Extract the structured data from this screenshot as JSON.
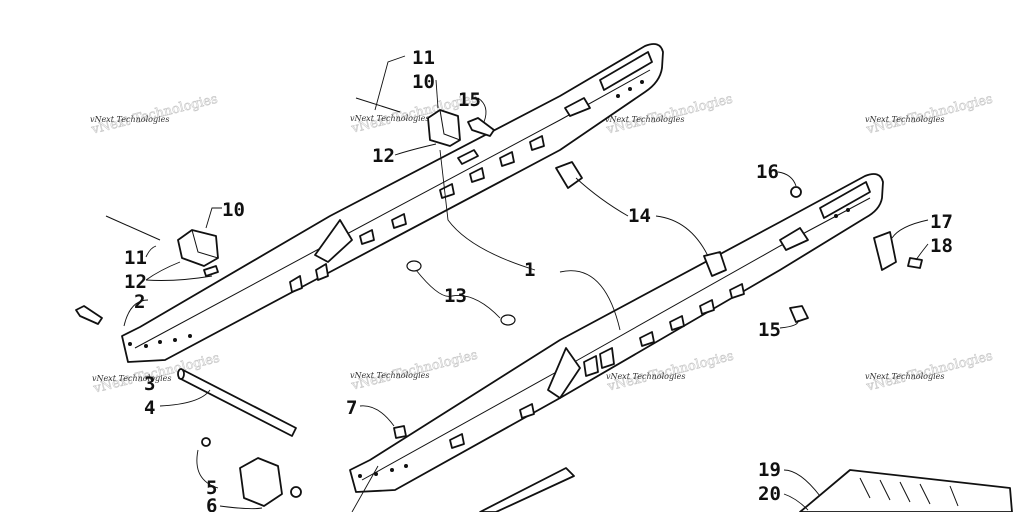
{
  "watermark": "vNext Technologies",
  "callouts": [
    {
      "id": "c11a",
      "text": "11"
    },
    {
      "id": "c10a",
      "text": "10"
    },
    {
      "id": "c15a",
      "text": "15"
    },
    {
      "id": "c12a",
      "text": "12"
    },
    {
      "id": "c10b",
      "text": "10"
    },
    {
      "id": "c11b",
      "text": "11"
    },
    {
      "id": "c12b",
      "text": "12"
    },
    {
      "id": "c2",
      "text": "2"
    },
    {
      "id": "c3",
      "text": "3"
    },
    {
      "id": "c4",
      "text": "4"
    },
    {
      "id": "c5",
      "text": "5"
    },
    {
      "id": "c6",
      "text": "6"
    },
    {
      "id": "c7",
      "text": "7"
    },
    {
      "id": "c13",
      "text": "13"
    },
    {
      "id": "c1",
      "text": "1"
    },
    {
      "id": "c14",
      "text": "14"
    },
    {
      "id": "c15b",
      "text": "15"
    },
    {
      "id": "c16",
      "text": "16"
    },
    {
      "id": "c17",
      "text": "17"
    },
    {
      "id": "c18",
      "text": "18"
    },
    {
      "id": "c19",
      "text": "19"
    },
    {
      "id": "c20",
      "text": "20"
    }
  ]
}
